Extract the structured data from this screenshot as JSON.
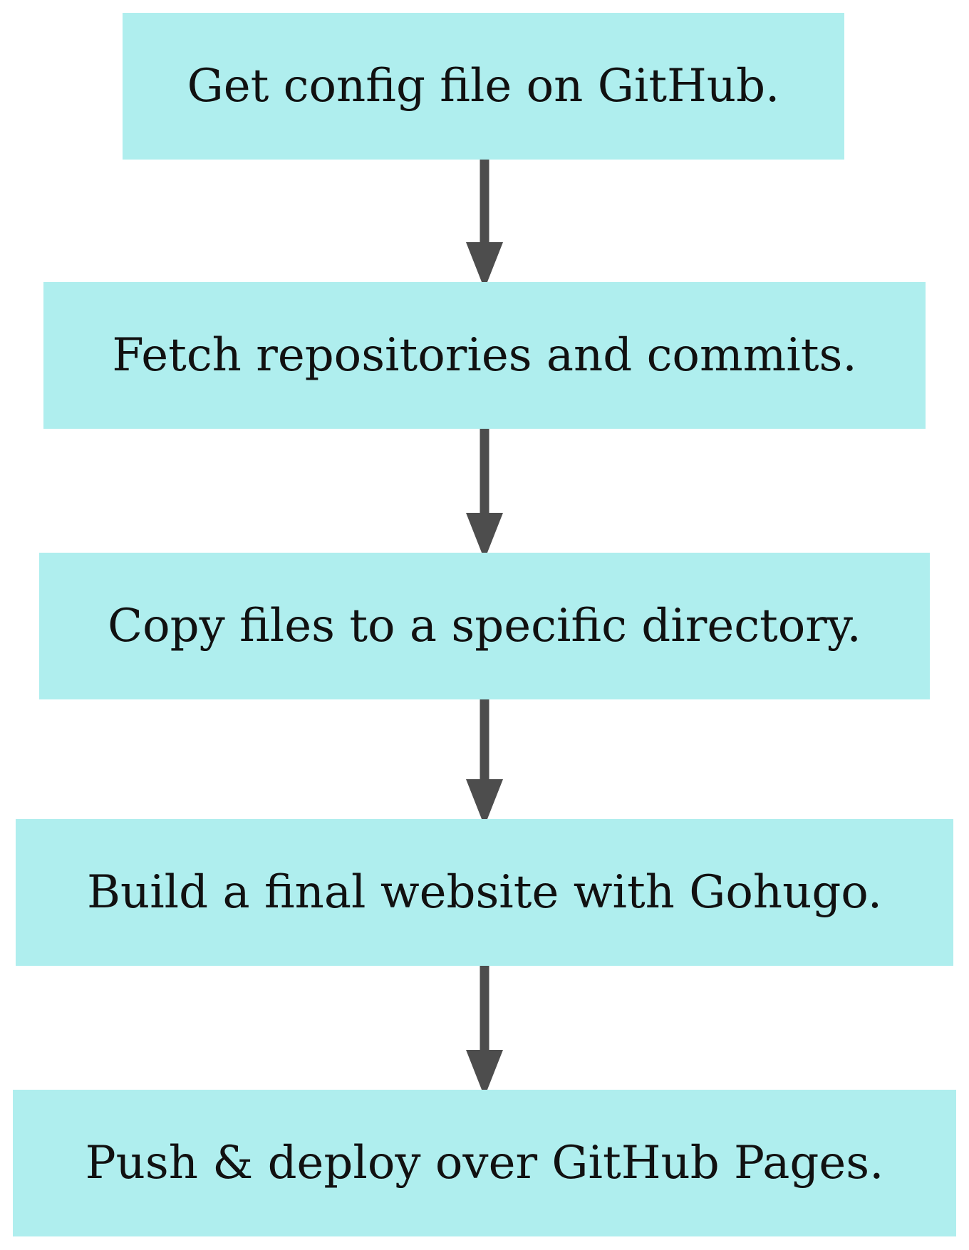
{
  "diagram": {
    "type": "flowchart",
    "direction": "top-down",
    "colors": {
      "node_fill": "#AFEEEE",
      "text_color": "#111111",
      "arrow_color": "#4D4D4D",
      "page_bg": "#FFFFFF"
    },
    "nodes": [
      {
        "id": "step-1",
        "label": "Get config file on GitHub."
      },
      {
        "id": "step-2",
        "label": "Fetch repositories and commits."
      },
      {
        "id": "step-3",
        "label": "Copy files to a specific directory."
      },
      {
        "id": "step-4",
        "label": "Build a final website with Gohugo."
      },
      {
        "id": "step-5",
        "label": "Push & deploy over GitHub Pages."
      }
    ],
    "edges": [
      {
        "from": "step-1",
        "to": "step-2"
      },
      {
        "from": "step-2",
        "to": "step-3"
      },
      {
        "from": "step-3",
        "to": "step-4"
      },
      {
        "from": "step-4",
        "to": "step-5"
      }
    ]
  }
}
